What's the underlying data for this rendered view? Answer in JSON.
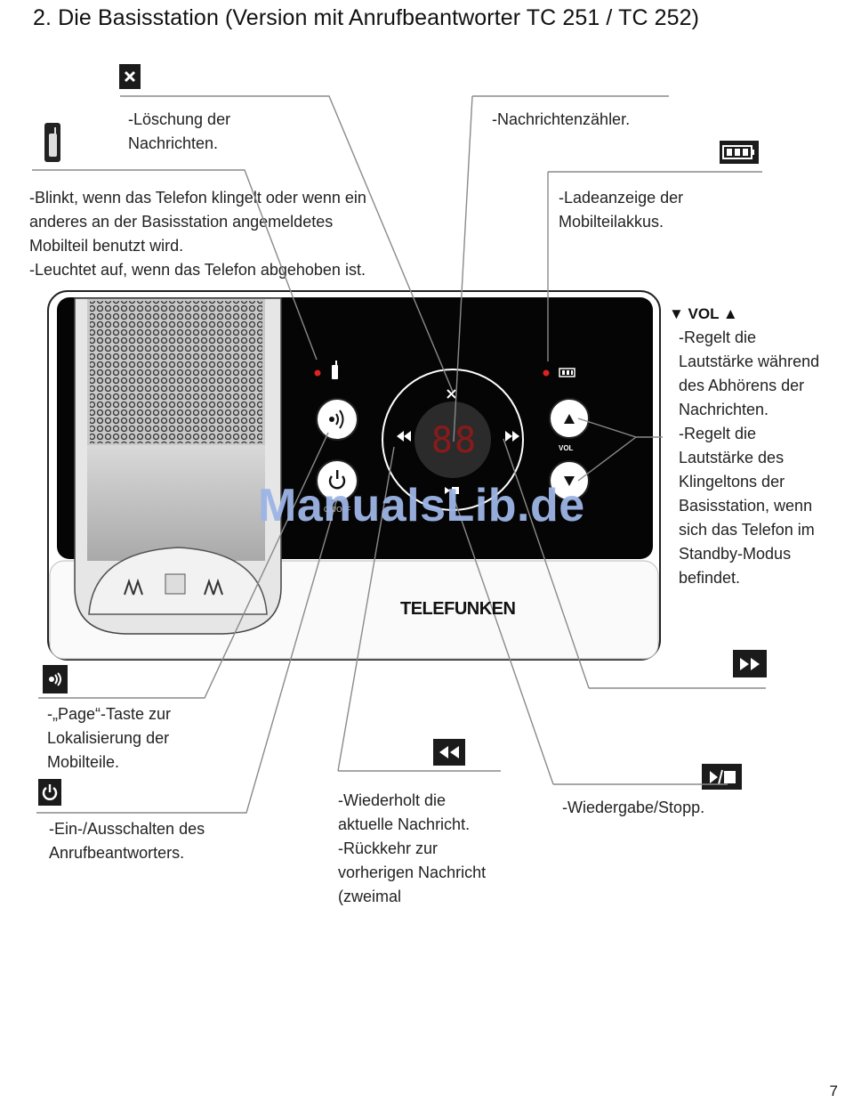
{
  "title": "2. Die Basisstation (Version mit Anrufbeantworter TC 251 / TC 252)",
  "labels": {
    "delete": "-Löschung der\nNachrichten.",
    "counter": "-Nachrichtenzähler.",
    "blink": "-Blinkt, wenn das Telefon klingelt oder wenn ein\nanderes an der Basisstation angemeldetes\nMobilteil benutzt wird.\n-Leuchtet auf, wenn das Telefon abgehoben ist.",
    "battery": "-Ladeanzeige der\nMobilteilakkus.",
    "vol_heading": "▼ VOL ▲",
    "vol_desc": "-Regelt die\nLautstärke während\ndes Abhörens der\nNachrichten.\n-Regelt die\nLautstärke des\nKlingeltons der\nBasisstation, wenn\nsich das Telefon im\nStandby-Modus\nbefindet.",
    "page": "-„Page“-Taste zur\nLokalisierung der\nMobilteile.",
    "power": "-Ein-/Ausschalten des\nAnrufbeantworters.",
    "repeat": "-Wiederholt die\naktuelle Nachricht.\n-Rückkehr zur\nvorherigen Nachricht\n(zweimal",
    "play": "-Wiedergabe/Stopp."
  },
  "device": {
    "brand": "TELEFUNKEN",
    "display": "88",
    "vol_label": "VOL",
    "power_sub": "ON/OFF"
  },
  "watermark": "ManualsLib.de",
  "page_number": "7",
  "icons": {
    "delete": "x-icon",
    "handset": "handset-icon",
    "battery": "battery-icon",
    "page": "page-speaker-icon",
    "power": "power-icon",
    "rewind": "rewind-icon",
    "forward": "forward-icon",
    "play": "play-stop-icon"
  }
}
